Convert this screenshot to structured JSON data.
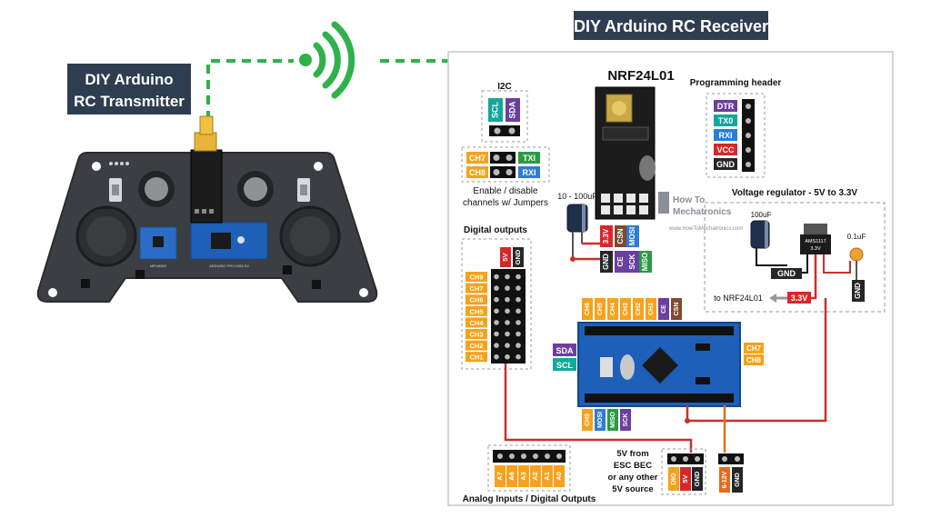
{
  "transmitter": {
    "title_line1": "DIY Arduino",
    "title_line2": "RC Transmitter",
    "board_label": "ARDUINO PRO MINI 5V",
    "imu_label": "MPU6050"
  },
  "receiver": {
    "title": "DIY Arduino RC Receiver"
  },
  "i2c": {
    "title": "I2C",
    "pins": [
      "SCL",
      "SDA"
    ]
  },
  "jumpers": {
    "rows": [
      {
        "left": "CH7",
        "right": "TXI"
      },
      {
        "left": "CH8",
        "right": "RXI"
      }
    ],
    "caption_line1": "Enable / disable",
    "caption_line2": "channels w/ Jumpers"
  },
  "nrf": {
    "title": "NRF24L01",
    "cap_label": "10 - 100uF",
    "pins_left": [
      "3.3V",
      "GND"
    ],
    "pins_mid": [
      "CSN",
      "CE"
    ],
    "pins_right1": [
      "MOSI",
      "SCK"
    ],
    "pins_right2": [
      "MISO"
    ]
  },
  "programming_header": {
    "title": "Programming header",
    "pins": [
      "DTR",
      "TX0",
      "RXI",
      "VCC",
      "GND"
    ]
  },
  "regulator": {
    "title": "Voltage regulator - 5V to 3.3V",
    "cap1": "100uF",
    "chip_line1": "AMS1117",
    "chip_line2": "3.3V",
    "cap2": "0.1uF",
    "gnd1": "GND",
    "gnd2": "GND",
    "out_label": "to NRF24L01",
    "out_voltage": "3.3V"
  },
  "digital_outputs": {
    "title": "Digital outputs",
    "header": [
      "5V",
      "GND"
    ],
    "channels": [
      "CH9",
      "CH7",
      "CH6",
      "CH5",
      "CH4",
      "CH3",
      "CH2",
      "CH1"
    ]
  },
  "arduino": {
    "top_pins": [
      "CH6",
      "CH5",
      "CH4",
      "CH3",
      "CH2",
      "CH1",
      "CE",
      "CSN"
    ],
    "left_pins": [
      "SDA",
      "SCL"
    ],
    "right_pins": [
      "CH7",
      "CH8"
    ],
    "bottom_pins": [
      "CH9",
      "MOSI",
      "MISO",
      "SCK"
    ]
  },
  "power": {
    "caption_line1": "5V from",
    "caption_line2": "ESC BEC",
    "caption_line3": "or any other",
    "caption_line4": "5V source",
    "pins": [
      "DIO",
      "5V",
      "GND"
    ],
    "alt_pins": [
      "6-12V",
      "GND"
    ]
  },
  "analog": {
    "caption": "Analog Inputs / Digital Outputs",
    "pins": [
      "A7",
      "A6",
      "A3",
      "A2",
      "A1",
      "A0"
    ]
  },
  "watermark": {
    "line1": "How To",
    "line2": "Mechatronics",
    "url": "www.HowToMechatronics.com"
  },
  "colors": {
    "purple": "#6b3fa0",
    "teal": "#12a89a",
    "orange": "#f6a21c",
    "red": "#d9262b",
    "brown": "#7d4a32",
    "green": "#2b9a43",
    "blue": "#2d7dd2",
    "dark": "#262626",
    "wire_red": "#c9302c",
    "wireless_green": "#2eb24b"
  }
}
